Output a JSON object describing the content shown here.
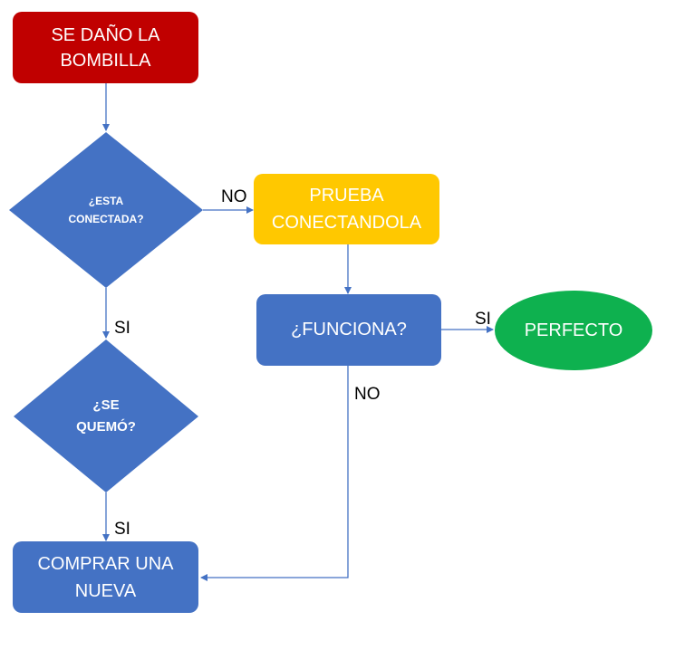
{
  "colors": {
    "red": "#C00000",
    "yellow": "#FFC800",
    "blue": "#4472C4",
    "green": "#0EB14F",
    "line": "#4472C4"
  },
  "nodes": {
    "start": {
      "text": "SE DAÑO LA BOMBILLA"
    },
    "connected": {
      "text": "¿ESTA CONECTADA?"
    },
    "burned": {
      "text": "¿SE QUEMÓ?"
    },
    "buy": {
      "text": "COMPRAR UNA NUEVA"
    },
    "test": {
      "text": "PRUEBA CONECTANDOLA"
    },
    "works": {
      "text": "¿FUNCIONA?"
    },
    "perfect": {
      "text": "PERFECTO"
    }
  },
  "edges": {
    "connected_no": "NO",
    "connected_si": "SI",
    "burned_si": "SI",
    "works_si": "SI",
    "works_no": "NO"
  }
}
